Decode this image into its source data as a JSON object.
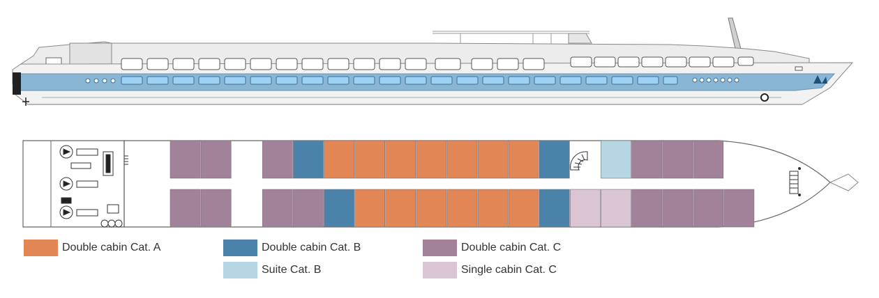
{
  "colors": {
    "double_a": "#E38656",
    "double_b": "#4A82A9",
    "double_c": "#A18298",
    "suite_b": "#B5D6E2",
    "single_c": "#D9C5D3",
    "hull_blue": "#8AB6D6",
    "window_blue": "#9FD1F3"
  },
  "legend": [
    {
      "key": "double_a",
      "label": "Double cabin Cat. A"
    },
    {
      "key": "double_b",
      "label": "Double cabin Cat. B"
    },
    {
      "key": "double_c",
      "label": "Double cabin Cat. C"
    },
    {
      "key": "suite_b",
      "label": "Suite Cat. B"
    },
    {
      "key": "single_c",
      "label": "Single cabin Cat. C"
    }
  ],
  "deck": {
    "upper_row": [
      "double_c",
      "double_c",
      null,
      "double_c",
      "double_b",
      "double_a",
      "double_a",
      "double_a",
      "double_a",
      "double_a",
      "double_a",
      "double_a",
      "double_b",
      null,
      "suite_b",
      "double_c",
      "double_c",
      "double_c"
    ],
    "lower_row": [
      "double_c",
      "double_c",
      null,
      "double_c",
      "double_c",
      "double_b",
      "double_a",
      "double_a",
      "double_a",
      "double_a",
      "double_a",
      "double_a",
      "double_b",
      "single_c",
      "single_c",
      "double_c",
      "double_c",
      "double_c",
      "double_c"
    ]
  }
}
